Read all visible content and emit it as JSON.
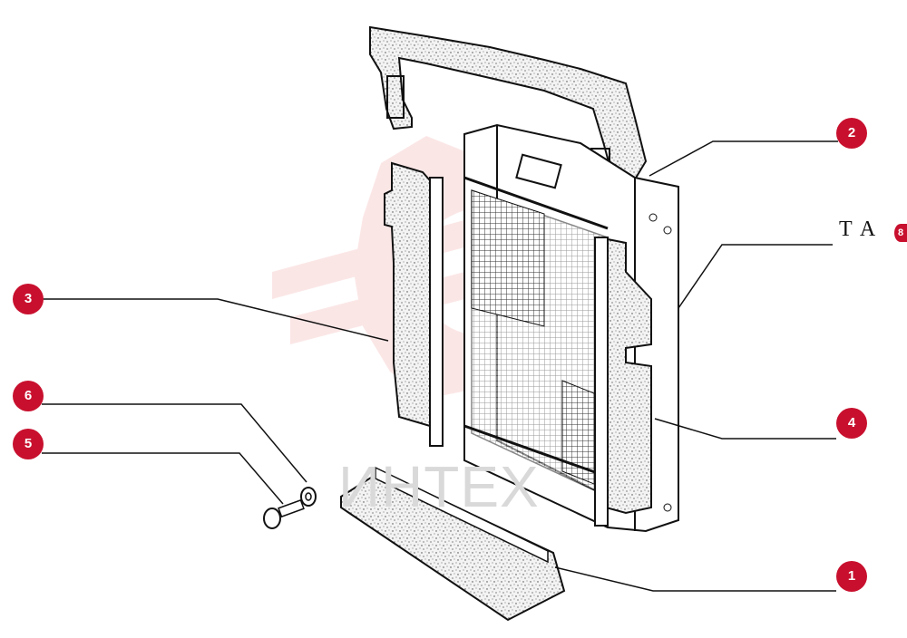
{
  "diagram": {
    "watermark_text": "ИНТЕХ",
    "tag_text": "T A",
    "tag_badge": "8",
    "callouts": [
      {
        "id": "1",
        "label": "1"
      },
      {
        "id": "2",
        "label": "2"
      },
      {
        "id": "3",
        "label": "3"
      },
      {
        "id": "4",
        "label": "4"
      },
      {
        "id": "5",
        "label": "5"
      },
      {
        "id": "6",
        "label": "6"
      }
    ],
    "colors": {
      "callout": "#c8102e",
      "watermark": "#f4c6c6",
      "line": "#111111",
      "gasket_fill": "#ededed"
    }
  }
}
